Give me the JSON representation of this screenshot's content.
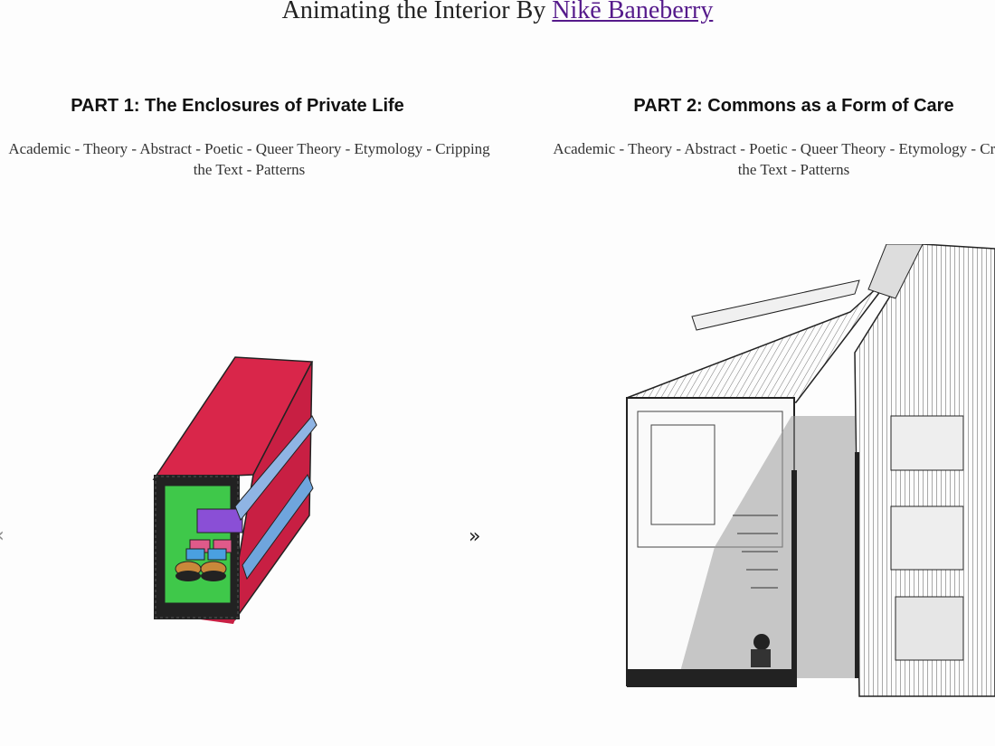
{
  "header": {
    "title_prefix": "Animating the Interior By",
    "author_link": "Nikē Baneberry"
  },
  "parts": [
    {
      "title": "PART 1: The Enclosures of Private Life",
      "tags_line1": "Academic - Theory - Abstract - Poetic - Queer Theory - Etymology - Cripping",
      "tags_line2": "the Text - Patterns"
    },
    {
      "title": "PART 2: Commons as a Form of Care",
      "tags_line1": "Academic - Theory - Abstract - Poetic - Queer Theory - Etymology - Cripping",
      "tags_line2": "the Text - Patterns"
    }
  ],
  "carousel": {
    "prev_label": "‹",
    "next_label": "»"
  },
  "colors": {
    "link": "#551a8b",
    "box_red": "#d9264a",
    "inner_green": "#3fc84a",
    "shelf_purple": "#8a4fd6",
    "panel_blue": "#6fa5dd"
  }
}
